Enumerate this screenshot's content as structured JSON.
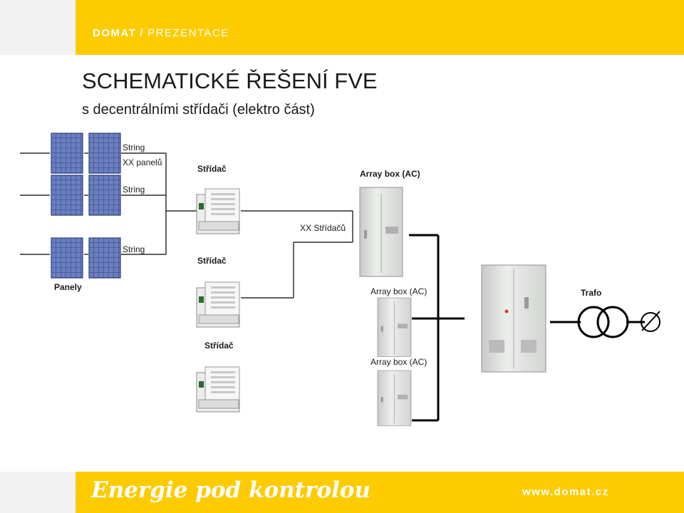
{
  "header": {
    "brand": "DOMAT",
    "separator": "/",
    "section": "PREZENTACE"
  },
  "title": "SCHEMATICKÉ ŘEŠENÍ FVE",
  "subtitle": "s decentrálními střídači (elektro část)",
  "labels": {
    "string_1": "String",
    "panel_count": "XX panelů",
    "string_2": "String",
    "string_3": "String",
    "panels": "Panely",
    "inverter_1": "Střídač",
    "inverter_2": "Střídač",
    "inverter_3": "Střídač",
    "inverter_count": "XX Střídačů",
    "array_box_1": "Array box (AC)",
    "array_box_2": "Array box (AC)",
    "array_box_3": "Array box (AC)",
    "trafo": "Trafo"
  },
  "footer": {
    "slogan": "Energie pod kontrolou",
    "url": "www.domat.cz"
  },
  "colors": {
    "accent": "#fecb00",
    "panel": "#4a5fa0",
    "cabinet": "#e2e4e2",
    "line": "#000000"
  }
}
